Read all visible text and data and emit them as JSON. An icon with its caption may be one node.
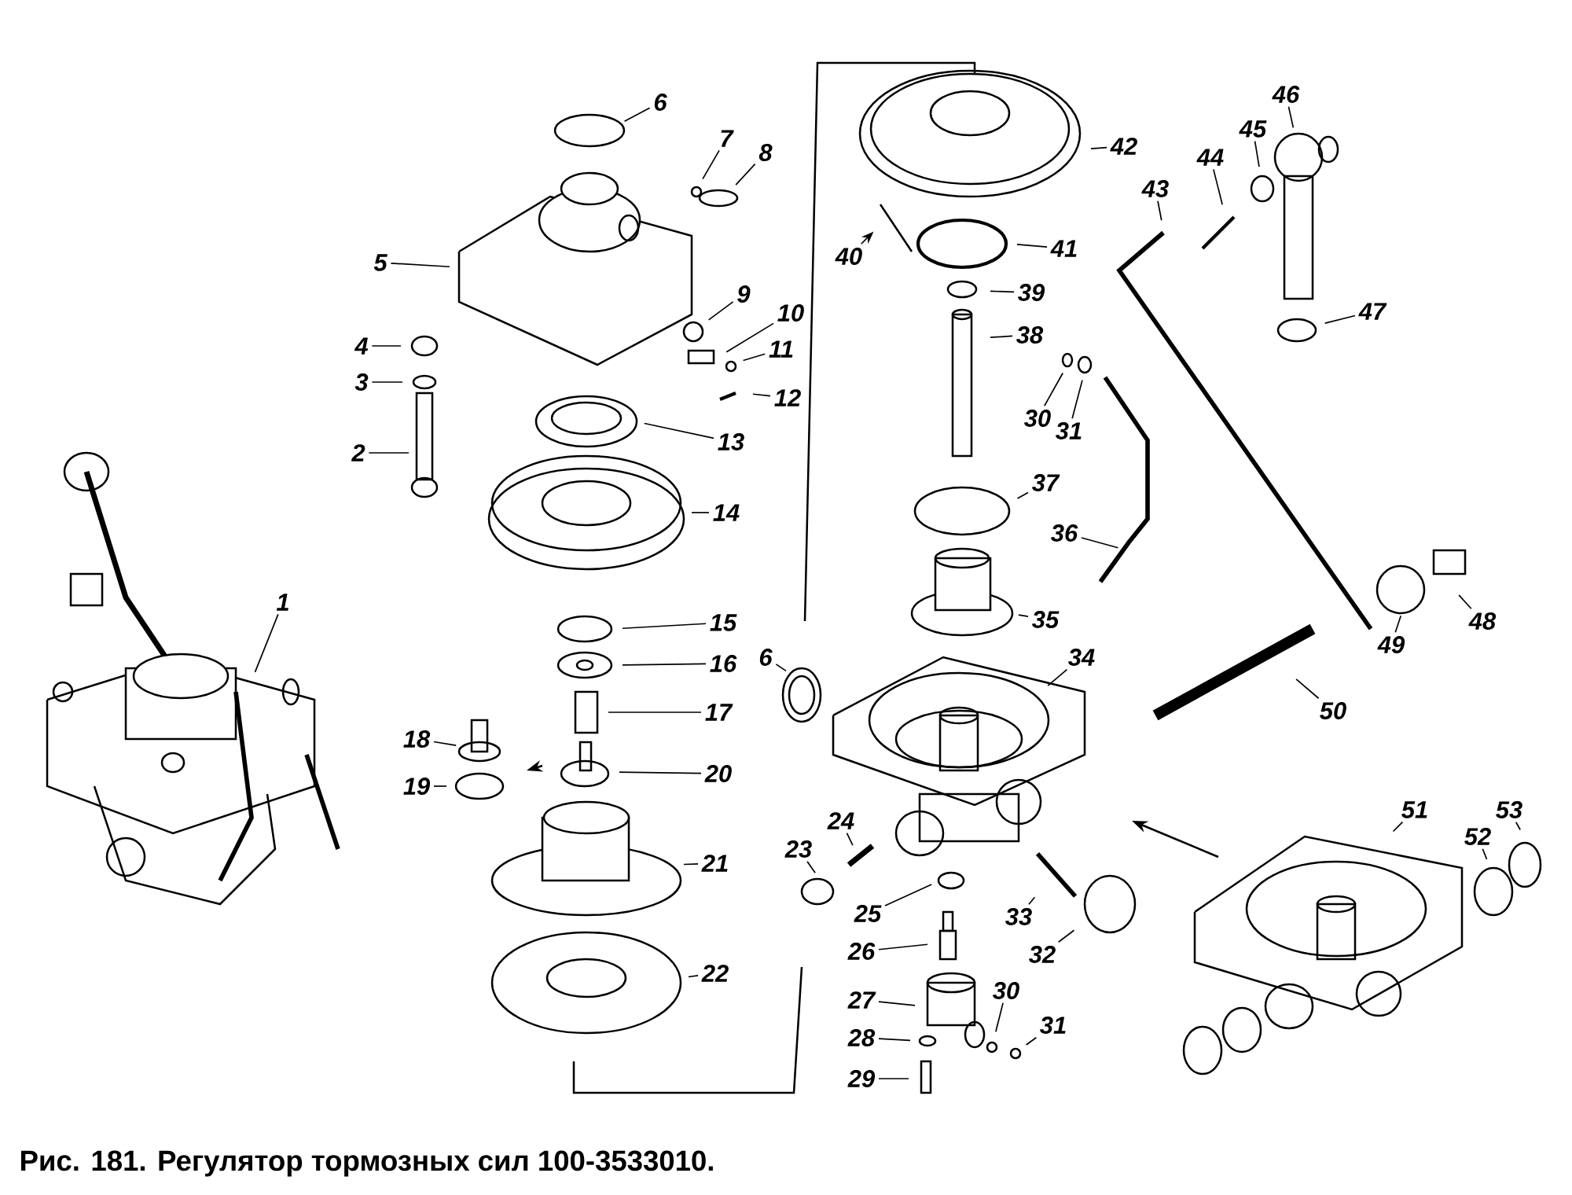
{
  "diagram": {
    "caption": "Рис. 181. Регулятор тормозных сил 100-3533010.",
    "nodes": [
      {
        "text": [
          "1"
        ]
      },
      {
        "text": [
          "2"
        ]
      },
      {
        "text": [
          "3"
        ]
      },
      {
        "text": [
          "4"
        ]
      },
      {
        "text": [
          "5"
        ]
      },
      {
        "text": [
          "6"
        ]
      },
      {
        "text": [
          "7"
        ]
      },
      {
        "text": [
          "8"
        ]
      },
      {
        "text": [
          "9"
        ]
      },
      {
        "text": [
          "10"
        ]
      },
      {
        "text": [
          "11"
        ]
      },
      {
        "text": [
          "12"
        ]
      },
      {
        "text": [
          "13"
        ]
      },
      {
        "text": [
          "14"
        ]
      },
      {
        "text": [
          "15"
        ]
      },
      {
        "text": [
          "16"
        ]
      },
      {
        "text": [
          "17"
        ]
      },
      {
        "text": [
          "18"
        ]
      },
      {
        "text": [
          "19"
        ]
      },
      {
        "text": [
          "20"
        ]
      },
      {
        "text": [
          "21"
        ]
      },
      {
        "text": [
          "22"
        ]
      },
      {
        "text": [
          "6"
        ]
      },
      {
        "text": [
          "23"
        ]
      },
      {
        "text": [
          "24"
        ]
      },
      {
        "text": [
          "25"
        ]
      },
      {
        "text": [
          "26"
        ]
      },
      {
        "text": [
          "27"
        ]
      },
      {
        "text": [
          "28"
        ]
      },
      {
        "text": [
          "29"
        ]
      },
      {
        "text": [
          "30"
        ]
      },
      {
        "text": [
          "31"
        ]
      },
      {
        "text": [
          "32"
        ]
      },
      {
        "text": [
          "33"
        ]
      },
      {
        "text": [
          "34"
        ]
      },
      {
        "text": [
          "35"
        ]
      },
      {
        "text": [
          "36"
        ]
      },
      {
        "text": [
          "37"
        ]
      },
      {
        "text": [
          "38"
        ]
      },
      {
        "text": [
          "39"
        ]
      },
      {
        "text": [
          "30"
        ]
      },
      {
        "text": [
          "31"
        ]
      },
      {
        "text": [
          "40"
        ]
      },
      {
        "text": [
          "41"
        ]
      },
      {
        "text": [
          "42"
        ]
      },
      {
        "text": [
          "43"
        ]
      },
      {
        "text": [
          "44"
        ]
      },
      {
        "text": [
          "45"
        ]
      },
      {
        "text": [
          "46"
        ]
      },
      {
        "text": [
          "47"
        ]
      },
      {
        "text": [
          "48"
        ]
      },
      {
        "text": [
          "49"
        ]
      },
      {
        "text": [
          "50"
        ]
      },
      {
        "text": [
          "51"
        ]
      },
      {
        "text": [
          "52"
        ]
      },
      {
        "text": [
          "53"
        ]
      }
    ],
    "edges": [
      {
        "from": 0,
        "to": null,
        "arrow": "none"
      },
      {
        "from": 1,
        "to": null,
        "arrow": "none"
      },
      {
        "from": 2,
        "to": null,
        "arrow": "none"
      },
      {
        "from": 3,
        "to": null,
        "arrow": "none"
      },
      {
        "from": 4,
        "to": null,
        "arrow": "none"
      },
      {
        "from": 5,
        "to": null,
        "arrow": "none"
      },
      {
        "from": 6,
        "to": null,
        "arrow": "none"
      },
      {
        "from": 7,
        "to": null,
        "arrow": "none"
      },
      {
        "from": 8,
        "to": null,
        "arrow": "none"
      },
      {
        "from": 9,
        "to": null,
        "arrow": "none"
      },
      {
        "from": 10,
        "to": null,
        "arrow": "none"
      },
      {
        "from": 11,
        "to": null,
        "arrow": "none"
      },
      {
        "from": 12,
        "to": null,
        "arrow": "none"
      },
      {
        "from": 13,
        "to": null,
        "arrow": "none"
      },
      {
        "from": 14,
        "to": null,
        "arrow": "none"
      },
      {
        "from": 15,
        "to": null,
        "arrow": "none"
      },
      {
        "from": 16,
        "to": null,
        "arrow": "none"
      },
      {
        "from": 17,
        "to": null,
        "arrow": "none"
      },
      {
        "from": 18,
        "to": null,
        "arrow": "none"
      },
      {
        "from": 19,
        "to": null,
        "arrow": "none"
      },
      {
        "from": 20,
        "to": null,
        "arrow": "none"
      },
      {
        "from": 21,
        "to": null,
        "arrow": "none"
      },
      {
        "from": 22,
        "to": null,
        "arrow": "none"
      },
      {
        "from": 23,
        "to": null,
        "arrow": "none"
      },
      {
        "from": 24,
        "to": null,
        "arrow": "none"
      },
      {
        "from": 25,
        "to": null,
        "arrow": "none"
      },
      {
        "from": 26,
        "to": null,
        "arrow": "none"
      },
      {
        "from": 27,
        "to": null,
        "arrow": "none"
      },
      {
        "from": 28,
        "to": null,
        "arrow": "none"
      },
      {
        "from": 29,
        "to": null,
        "arrow": "none"
      },
      {
        "from": 30,
        "to": null,
        "arrow": "none"
      },
      {
        "from": 31,
        "to": null,
        "arrow": "none"
      },
      {
        "from": 32,
        "to": null,
        "arrow": "none"
      },
      {
        "from": 33,
        "to": null,
        "arrow": "none"
      },
      {
        "from": 34,
        "to": null,
        "arrow": "none"
      },
      {
        "from": 35,
        "to": null,
        "arrow": "none"
      },
      {
        "from": 36,
        "to": null,
        "arrow": "none"
      },
      {
        "from": 37,
        "to": null,
        "arrow": "none"
      },
      {
        "from": 38,
        "to": null,
        "arrow": "none"
      },
      {
        "from": 39,
        "to": null,
        "arrow": "none"
      },
      {
        "from": 40,
        "to": null,
        "arrow": "none"
      },
      {
        "from": 41,
        "to": null,
        "arrow": "none"
      },
      {
        "from": 42,
        "to": null,
        "arrow": "to"
      },
      {
        "from": 43,
        "to": null,
        "arrow": "none"
      },
      {
        "from": 44,
        "to": null,
        "arrow": "none"
      },
      {
        "from": 45,
        "to": null,
        "arrow": "none"
      },
      {
        "from": 46,
        "to": null,
        "arrow": "none"
      },
      {
        "from": 47,
        "to": null,
        "arrow": "none"
      },
      {
        "from": 48,
        "to": null,
        "arrow": "none"
      },
      {
        "from": 49,
        "to": null,
        "arrow": "none"
      },
      {
        "from": 50,
        "to": null,
        "arrow": "none"
      },
      {
        "from": 51,
        "to": null,
        "arrow": "none"
      },
      {
        "from": 52,
        "to": null,
        "arrow": "none"
      },
      {
        "from": 53,
        "to": null,
        "arrow": "none"
      },
      {
        "from": 54,
        "to": null,
        "arrow": "none"
      },
      {
        "from": 55,
        "to": null,
        "arrow": "none"
      }
    ]
  }
}
